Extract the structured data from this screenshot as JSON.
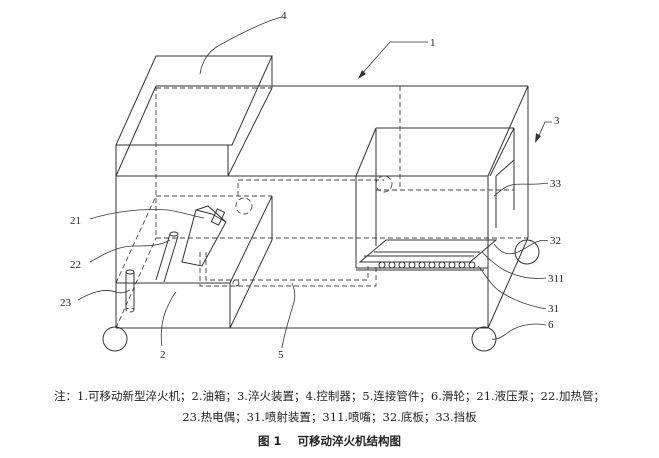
{
  "figure": {
    "callouts": [
      "1",
      "3",
      "4",
      "33",
      "32",
      "311",
      "31",
      "6",
      "21",
      "22",
      "23",
      "2",
      "5"
    ]
  },
  "legend": {
    "line1": "注：1.可移动新型淬火机；2.油箱；3.淬火装置；4.控制器；5.连接管件；6.滑轮；21.液压泵；22.加热管；",
    "line2": "23.热电偶；31.喷射装置；311.喷嘴；32.底板；33.挡板"
  },
  "caption": {
    "number": "图 1",
    "title": "可移动淬火机结构图"
  }
}
